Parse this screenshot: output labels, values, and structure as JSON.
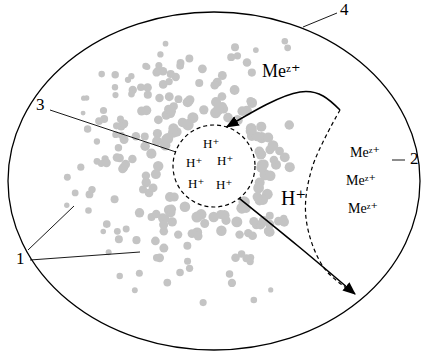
{
  "diagram": {
    "nodes": [
      {
        "text": [
          "H⁺",
          "H⁺",
          "H⁺",
          "H⁺",
          "H⁺"
        ]
      },
      {
        "text": [
          "Meᶻ⁺",
          "Meᶻ⁺",
          "Meᶻ⁺"
        ]
      }
    ],
    "edges": [
      {
        "from": 1,
        "to": 0,
        "arrow": "to",
        "label": "Meᶻ⁺"
      },
      {
        "from": 0,
        "to": 1,
        "arrow": "to",
        "label": "H⁺"
      }
    ],
    "labels": [
      "3",
      "4",
      "2",
      "1"
    ]
  }
}
